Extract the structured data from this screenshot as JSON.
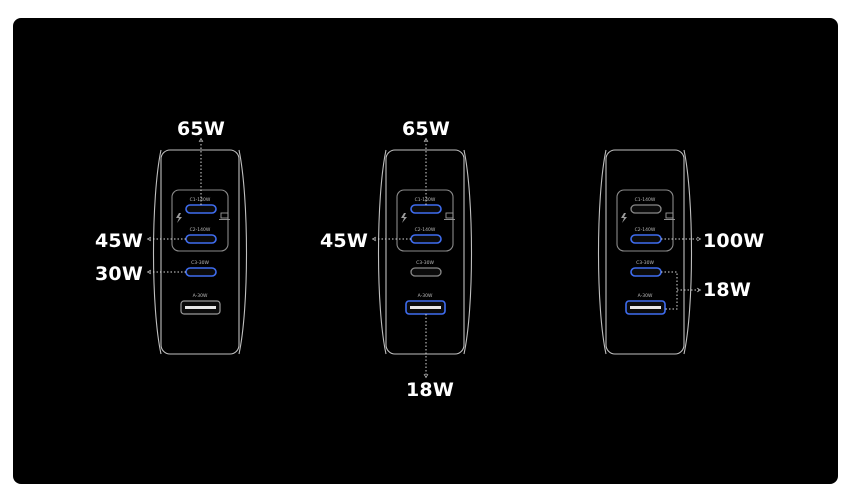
{
  "colors": {
    "background": "#000000",
    "outline": "#bfbfbf",
    "active_port": "#3f6df0",
    "inactive_port": "#8a8a8a",
    "label_text": "#ffffff"
  },
  "port_labels": {
    "c1": "C1-140W",
    "c2": "C2-140W",
    "c3": "C3-30W",
    "a": "A-30W"
  },
  "icons": {
    "power_side": "lightning-bolt-icon",
    "device_side": "laptop-icon"
  },
  "chargers": [
    {
      "active_ports": [
        "c1",
        "c2",
        "c3"
      ],
      "outputs": {
        "c1": "65W",
        "c2": "45W",
        "c3": "30W"
      }
    },
    {
      "active_ports": [
        "c1",
        "c2",
        "a"
      ],
      "outputs": {
        "c1": "65W",
        "c2": "45W",
        "a": "18W"
      }
    },
    {
      "active_ports": [
        "c2",
        "a"
      ],
      "outputs": {
        "c2": "100W",
        "c3_a": "18W"
      }
    }
  ]
}
